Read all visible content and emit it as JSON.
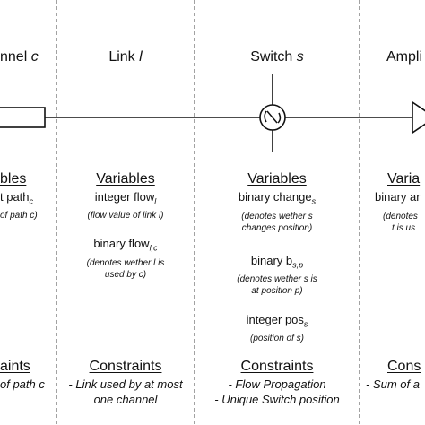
{
  "columns": {
    "channel": {
      "header_prefix": "nnel ",
      "header_var": "c",
      "variables_label": "bles",
      "var1_text": "t path",
      "var1_sub": "c",
      "var1_note": "of path c)",
      "constraints_label": "aints",
      "constraint_text": "of path c"
    },
    "link": {
      "header_prefix": "Link ",
      "header_var": "l",
      "variables_label": "Variables",
      "var1_text": "integer flow",
      "var1_sub": "l",
      "var1_note": "(flow value of link l)",
      "var2_text": "binary flow",
      "var2_sub": "l,c",
      "var2_note_1": "(denotes wether l is",
      "var2_note_2": "used by c)",
      "constraints_label": "Constraints",
      "constraint_1": "- Link used by at most",
      "constraint_2": "one channel"
    },
    "switch": {
      "header_prefix": "Switch ",
      "header_var": "s",
      "variables_label": "Variables",
      "var1_text": "binary change",
      "var1_sub": "s",
      "var1_note_1": "(denotes wether s",
      "var1_note_2": "changes position)",
      "var2_text": "binary b",
      "var2_sub": "s,p",
      "var2_note_1": "(denotes wether s is",
      "var2_note_2": "at position p)",
      "var3_text": "integer pos",
      "var3_sub": "s",
      "var3_note": "(position of s)",
      "constraints_label": "Constraints",
      "constraint_1": "- Flow Propagation",
      "constraint_2": "- Unique Switch position"
    },
    "amplifier": {
      "header_prefix": "Ampli",
      "variables_label": "Varia",
      "var1_text": "binary ar",
      "var1_note_1": "(denotes",
      "var1_note_2": "t is us",
      "constraints_label": "Cons",
      "constraint_text": "- Sum of a"
    }
  }
}
